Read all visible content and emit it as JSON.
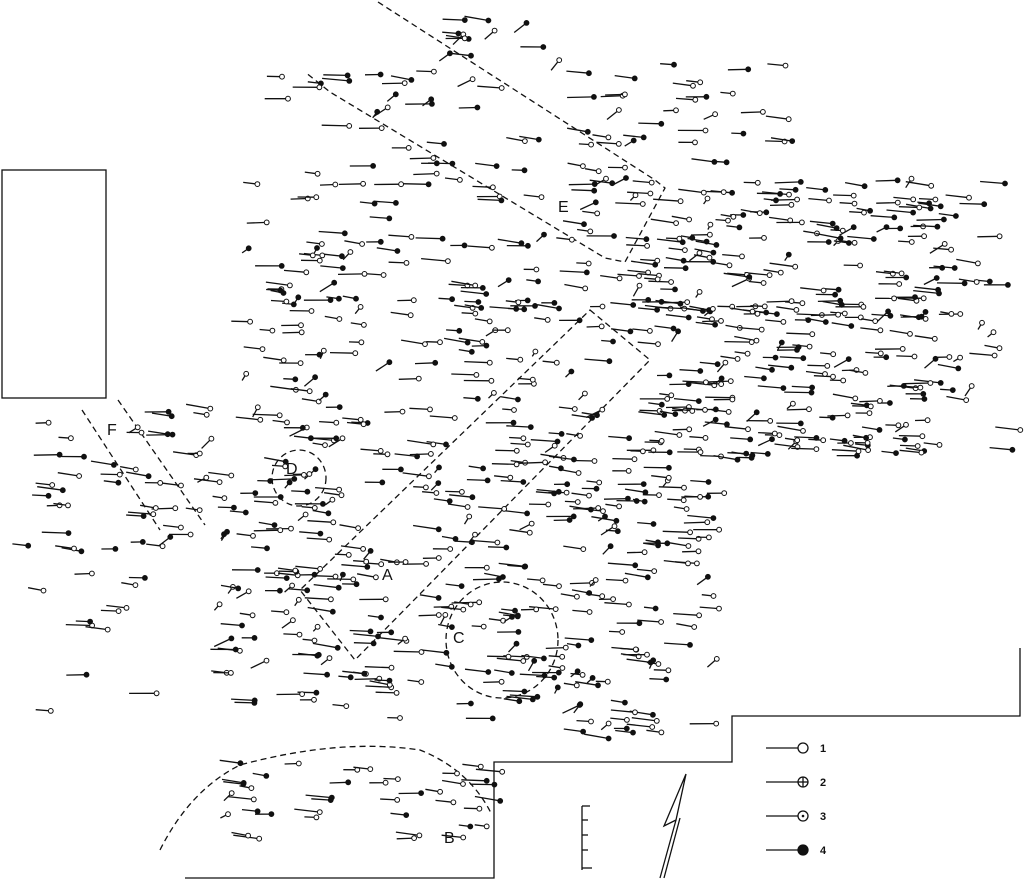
{
  "zones": {
    "a": "A",
    "b": "B",
    "c": "C",
    "d": "D",
    "e": "E",
    "f": "F"
  },
  "legend": {
    "item1": "1",
    "item2": "2",
    "item3": "3",
    "item4": "4"
  },
  "symbol_types": [
    "open-circle",
    "crossed-circle",
    "dotted-circle",
    "filled-circle"
  ]
}
